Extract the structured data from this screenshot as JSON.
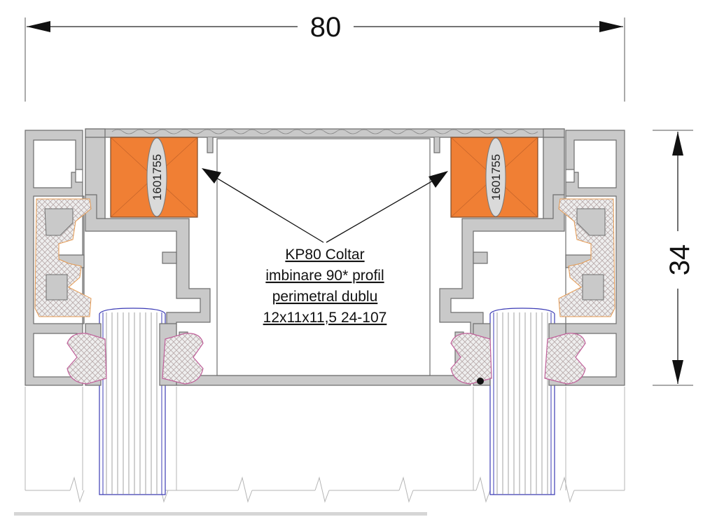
{
  "dimensions": {
    "width_label": "80",
    "height_label": "34"
  },
  "blocks": [
    {
      "code": "1601755",
      "color": "#f07f34"
    },
    {
      "code": "1601755",
      "color": "#f07f34"
    }
  ],
  "note": {
    "lines": [
      "KP80 Coltar",
      "imbinare 90* profil",
      "perimetral dublu",
      "12x11x11,5 24-107"
    ]
  },
  "colors": {
    "profile_fill": "#c9c9c9",
    "profile_stroke": "#6f6f6f",
    "insulation": "#e7d9cf",
    "insulation_edge": "#e59a52",
    "gasket": "#c0609a",
    "glass_line": "#3b3bb5",
    "block": "#f07f34"
  }
}
